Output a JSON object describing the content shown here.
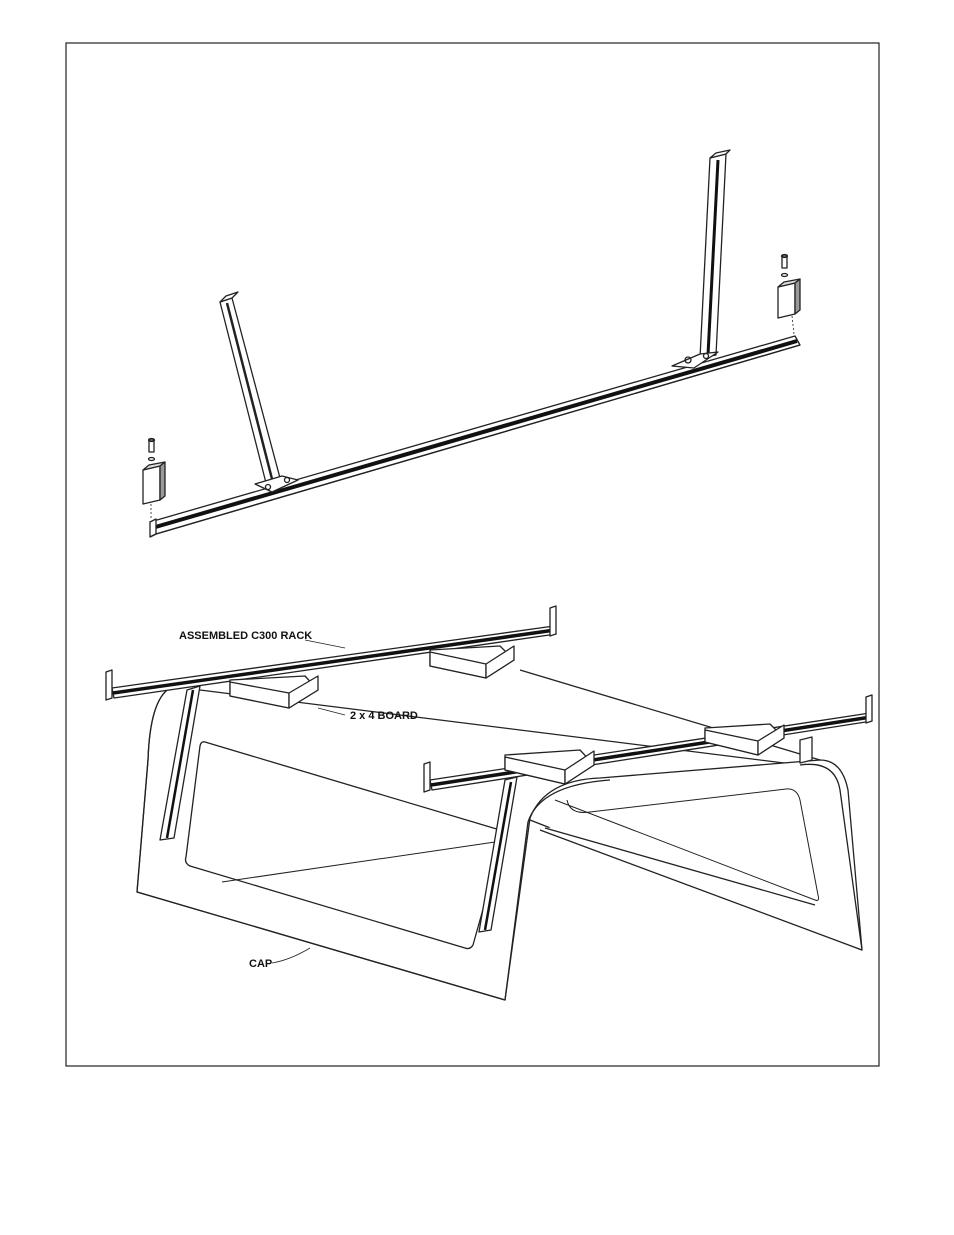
{
  "figure": {
    "labels": {
      "rack": "ASSEMBLED C300 RACK",
      "board": "2 x 4 BOARD",
      "cap": "CAP"
    }
  }
}
